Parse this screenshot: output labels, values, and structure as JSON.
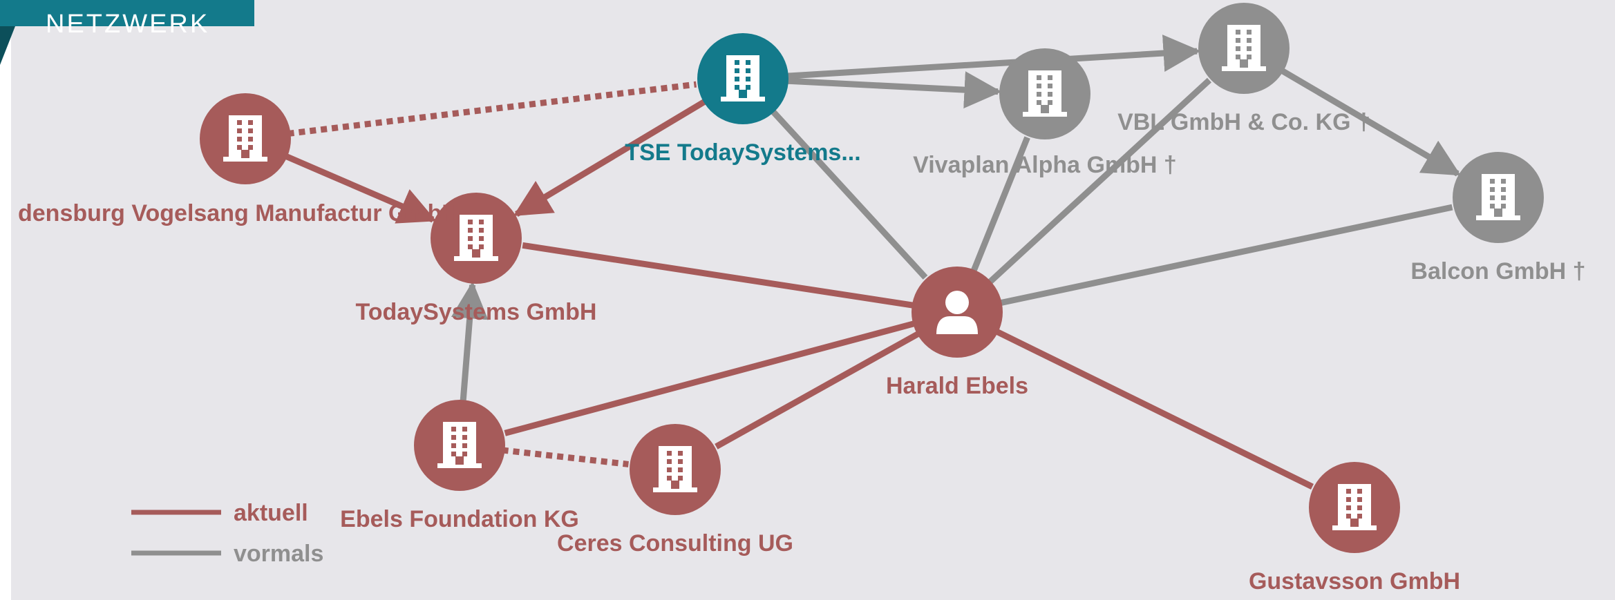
{
  "panel": {
    "title": "NETZWERK"
  },
  "colors": {
    "aktuell": "#a65b5a",
    "vormals": "#8f8f8f",
    "focus": "#137a8b",
    "background": "#e7e6ea"
  },
  "nodes": [
    {
      "id": "tse",
      "label": "TSE TodaySystems...",
      "kind": "company",
      "status": "focus",
      "icon": "building-icon"
    },
    {
      "id": "vivaplan",
      "label": "Vivaplan Alpha GmbH †",
      "kind": "company",
      "status": "vormals",
      "icon": "building-icon"
    },
    {
      "id": "vbl",
      "label": "VBL GmbH & Co. KG †",
      "kind": "company",
      "status": "vormals",
      "icon": "building-icon"
    },
    {
      "id": "balcon",
      "label": "Balcon GmbH †",
      "kind": "company",
      "status": "vormals",
      "icon": "building-icon"
    },
    {
      "id": "vogelsang",
      "label": "densburg Vogelsang Manufactur GmbH",
      "kind": "company",
      "status": "aktuell",
      "icon": "building-icon"
    },
    {
      "id": "todaysystems",
      "label": "TodaySystems GmbH",
      "kind": "company",
      "status": "aktuell",
      "icon": "building-icon"
    },
    {
      "id": "harald",
      "label": "Harald Ebels",
      "kind": "person",
      "status": "aktuell",
      "icon": "person-icon"
    },
    {
      "id": "foundation",
      "label": "Ebels Foundation KG",
      "kind": "company",
      "status": "aktuell",
      "icon": "building-icon"
    },
    {
      "id": "ceres",
      "label": "Ceres Consulting UG",
      "kind": "company",
      "status": "aktuell",
      "icon": "building-icon"
    },
    {
      "id": "gustavsson",
      "label": "Gustavsson GmbH",
      "kind": "company",
      "status": "aktuell",
      "icon": "building-icon"
    }
  ],
  "edges": [
    {
      "from": "vogelsang",
      "to": "tse",
      "status": "aktuell",
      "style": "dotted",
      "arrow": false
    },
    {
      "from": "vogelsang",
      "to": "todaysystems",
      "status": "aktuell",
      "style": "solid",
      "arrow": true
    },
    {
      "from": "tse",
      "to": "todaysystems",
      "status": "aktuell",
      "style": "solid",
      "arrow": true
    },
    {
      "from": "tse",
      "to": "vivaplan",
      "status": "vormals",
      "style": "solid",
      "arrow": true
    },
    {
      "from": "tse",
      "to": "vbl",
      "status": "vormals",
      "style": "solid",
      "arrow": true
    },
    {
      "from": "tse",
      "to": "harald",
      "status": "vormals",
      "style": "solid",
      "arrow": false
    },
    {
      "from": "vbl",
      "to": "balcon",
      "status": "vormals",
      "style": "solid",
      "arrow": true
    },
    {
      "from": "harald",
      "to": "vivaplan",
      "status": "vormals",
      "style": "solid",
      "arrow": false
    },
    {
      "from": "harald",
      "to": "vbl",
      "status": "vormals",
      "style": "solid",
      "arrow": false
    },
    {
      "from": "harald",
      "to": "balcon",
      "status": "vormals",
      "style": "solid",
      "arrow": false
    },
    {
      "from": "harald",
      "to": "todaysystems",
      "status": "aktuell",
      "style": "solid",
      "arrow": false
    },
    {
      "from": "harald",
      "to": "foundation",
      "status": "aktuell",
      "style": "solid",
      "arrow": false
    },
    {
      "from": "harald",
      "to": "ceres",
      "status": "aktuell",
      "style": "solid",
      "arrow": false
    },
    {
      "from": "harald",
      "to": "gustavsson",
      "status": "aktuell",
      "style": "solid",
      "arrow": false
    },
    {
      "from": "foundation",
      "to": "todaysystems",
      "status": "vormals",
      "style": "solid",
      "arrow": true
    },
    {
      "from": "foundation",
      "to": "ceres",
      "status": "aktuell",
      "style": "dotted",
      "arrow": false
    }
  ],
  "legend": [
    {
      "label": "aktuell",
      "status": "aktuell"
    },
    {
      "label": "vormals",
      "status": "vormals"
    }
  ]
}
